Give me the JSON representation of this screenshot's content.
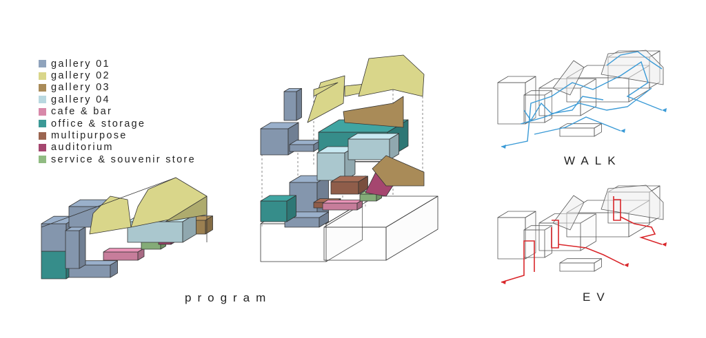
{
  "legend": [
    {
      "label": "gallery 01",
      "color": "#8fa3bc"
    },
    {
      "label": "gallery 02",
      "color": "#d9d68a"
    },
    {
      "label": "gallery 03",
      "color": "#a98b58"
    },
    {
      "label": "gallery 04",
      "color": "#b9d8e0"
    },
    {
      "label": "cafe & bar",
      "color": "#d888a9"
    },
    {
      "label": "office & storage",
      "color": "#3b9996"
    },
    {
      "label": "multipurpose",
      "color": "#9b6550"
    },
    {
      "label": "auditorium",
      "color": "#a5466f"
    },
    {
      "label": "service & souvenir store",
      "color": "#90bb82"
    }
  ],
  "captions": {
    "program": "program",
    "walk": "WALK",
    "ev": "EV"
  },
  "route_colors": {
    "walk": "#3a9ad6",
    "ev": "#d9262a"
  }
}
